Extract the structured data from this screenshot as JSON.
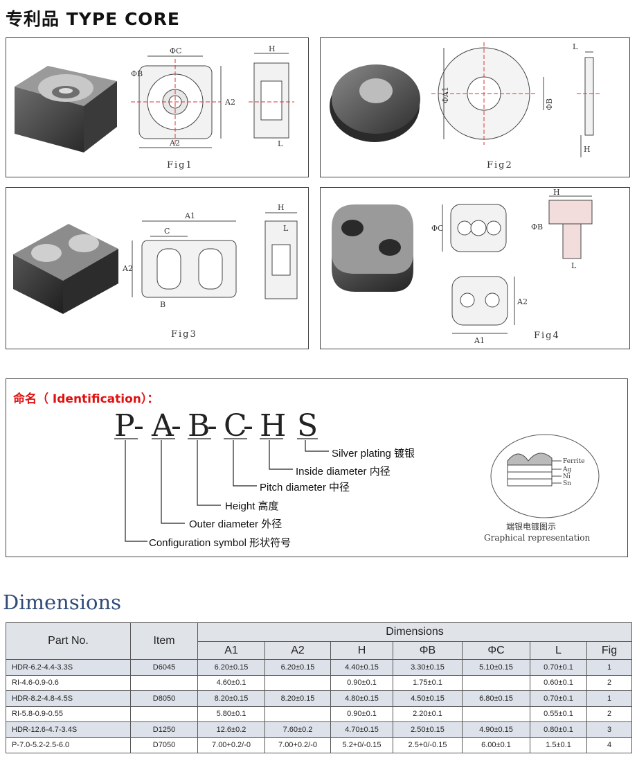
{
  "header": {
    "title": "专利品 TYPE CORE"
  },
  "figures": [
    {
      "label": "Fig1",
      "dims": [
        "ΦC",
        "ΦB",
        "A2",
        "A2",
        "H",
        "L"
      ]
    },
    {
      "label": "Fig2",
      "dims": [
        "ΦA1",
        "ΦB",
        "L",
        "H"
      ]
    },
    {
      "label": "Fig3",
      "dims": [
        "A1",
        "C",
        "A2",
        "B",
        "H",
        "L"
      ]
    },
    {
      "label": "Fig4",
      "dims": [
        "ΦC",
        "A2",
        "A1",
        "H",
        "ΦB",
        "L"
      ]
    }
  ],
  "identification": {
    "title": "命名（ Identification）：",
    "code_letters": [
      "P",
      "-",
      "A",
      "-",
      "B",
      "-",
      "C",
      "-",
      "H",
      "S"
    ],
    "labels": [
      "Silver plating 镀银",
      "Inside diameter 内径",
      "Pitch diameter 中径",
      "Height 高度",
      "Outer diameter 外径",
      "Configuration symbol 形状符号"
    ],
    "graphic": {
      "layers": [
        "Ferrite",
        "Ag",
        "Ni",
        "Sn"
      ],
      "caption_cn": "端银电镀图示",
      "caption_en": "Graphical representation"
    }
  },
  "dimensions": {
    "heading": "Dimensions",
    "header": {
      "part_no": "Part No.",
      "item": "Item",
      "group": "Dimensions",
      "cols": [
        "A1",
        "A2",
        "H",
        "ΦB",
        "ΦC",
        "L",
        "Fig"
      ]
    },
    "rows": [
      [
        "HDR-6.2-4.4-3.3S",
        "D6045",
        "6.20±0.15",
        "6.20±0.15",
        "4.40±0.15",
        "3.30±0.15",
        "5.10±0.15",
        "0.70±0.1",
        "1"
      ],
      [
        "RI-4.6-0.9-0.6",
        "",
        "4.60±0.1",
        "",
        "0.90±0.1",
        "1.75±0.1",
        "",
        "0.60±0.1",
        "2"
      ],
      [
        "HDR-8.2-4.8-4.5S",
        "D8050",
        "8.20±0.15",
        "8.20±0.15",
        "4.80±0.15",
        "4.50±0.15",
        "6.80±0.15",
        "0.70±0.1",
        "1"
      ],
      [
        "RI-5.8-0.9-0.55",
        "",
        "5.80±0.1",
        "",
        "0.90±0.1",
        "2.20±0.1",
        "",
        "0.55±0.1",
        "2"
      ],
      [
        "HDR-12.6-4.7-3.4S",
        "D1250",
        "12.6±0.2",
        "7.60±0.2",
        "4.70±0.15",
        "2.50±0.15",
        "4.90±0.15",
        "0.80±0.1",
        "3"
      ],
      [
        "P-7.0-5.2-2.5-6.0",
        "D7050",
        "7.00+0.2/-0",
        "7.00+0.2/-0",
        "5.2+0/-0.15",
        "2.5+0/-0.15",
        "6.00±0.1",
        "1.5±0.1",
        "4"
      ]
    ]
  }
}
